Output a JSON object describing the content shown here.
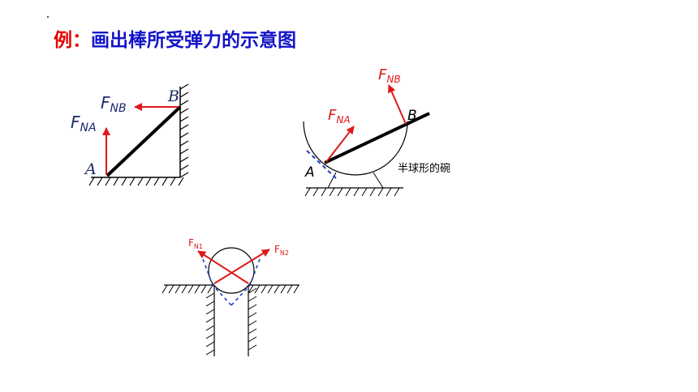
{
  "title": {
    "prefix": "例：",
    "text": "画出棒所受弹力的示意图"
  },
  "figure_wall": {
    "point_a": "A",
    "point_b": "B",
    "force_nb": {
      "main": "F",
      "sub": "NB"
    },
    "force_na": {
      "main": "F",
      "sub": "NA"
    }
  },
  "figure_bowl": {
    "point_a": "A",
    "point_b": "B",
    "force_nb": {
      "main": "F",
      "sub": "NB"
    },
    "force_na": {
      "main": "F",
      "sub": "NA"
    },
    "caption": "半球形的碗"
  },
  "figure_ball": {
    "force_n1": {
      "main": "F",
      "sub": "N1"
    },
    "force_n2": {
      "main": "F",
      "sub": "N2"
    }
  },
  "colors": {
    "title_blue": "#1414c8",
    "title_red": "#e60000",
    "force_red": "#e01818",
    "tangent_blue": "#1e3cc8",
    "ink_blue": "#1a2a6a",
    "line_black": "#000000"
  }
}
